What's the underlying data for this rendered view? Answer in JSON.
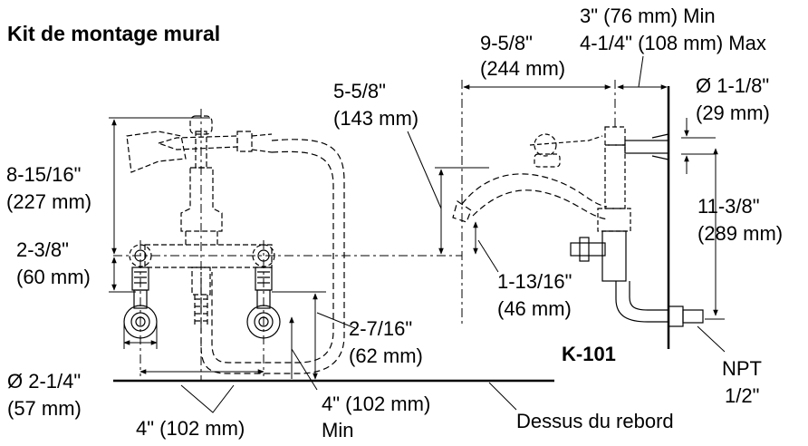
{
  "title": "Kit de montage mural",
  "model": "K-101",
  "dimensions": {
    "height_left_in": "8-15/16\"",
    "height_left_mm": "(227 mm)",
    "arm_in": "2-3/8\"",
    "arm_mm": "(60 mm)",
    "escutcheon_dia_in": "Ø 2-1/4\"",
    "escutcheon_dia_mm": "(57 mm)",
    "centers_in": "4\" (102 mm)",
    "below_in": "2-7/16\"",
    "below_mm": "(62 mm)",
    "min_clear": "4\" (102 mm)",
    "min_word": "Min",
    "deck_label": "Dessus du rebord",
    "spout_reach_in": "9-5/8\"",
    "spout_reach_mm": "(244 mm)",
    "wall_min": "3\" (76 mm) Min",
    "wall_max": "4-1/4\" (108 mm) Max",
    "spout_rise_in": "5-5/8\"",
    "spout_rise_mm": "(143 mm)",
    "pipe_dia_in": "Ø 1-1/8\"",
    "pipe_dia_mm": "(29 mm)",
    "height_right_in": "11-3/8\"",
    "height_right_mm": "(289 mm)",
    "spout_drop_in": "1-13/16\"",
    "spout_drop_mm": "(46 mm)",
    "npt_label": "NPT",
    "npt_size": "1/2\""
  }
}
